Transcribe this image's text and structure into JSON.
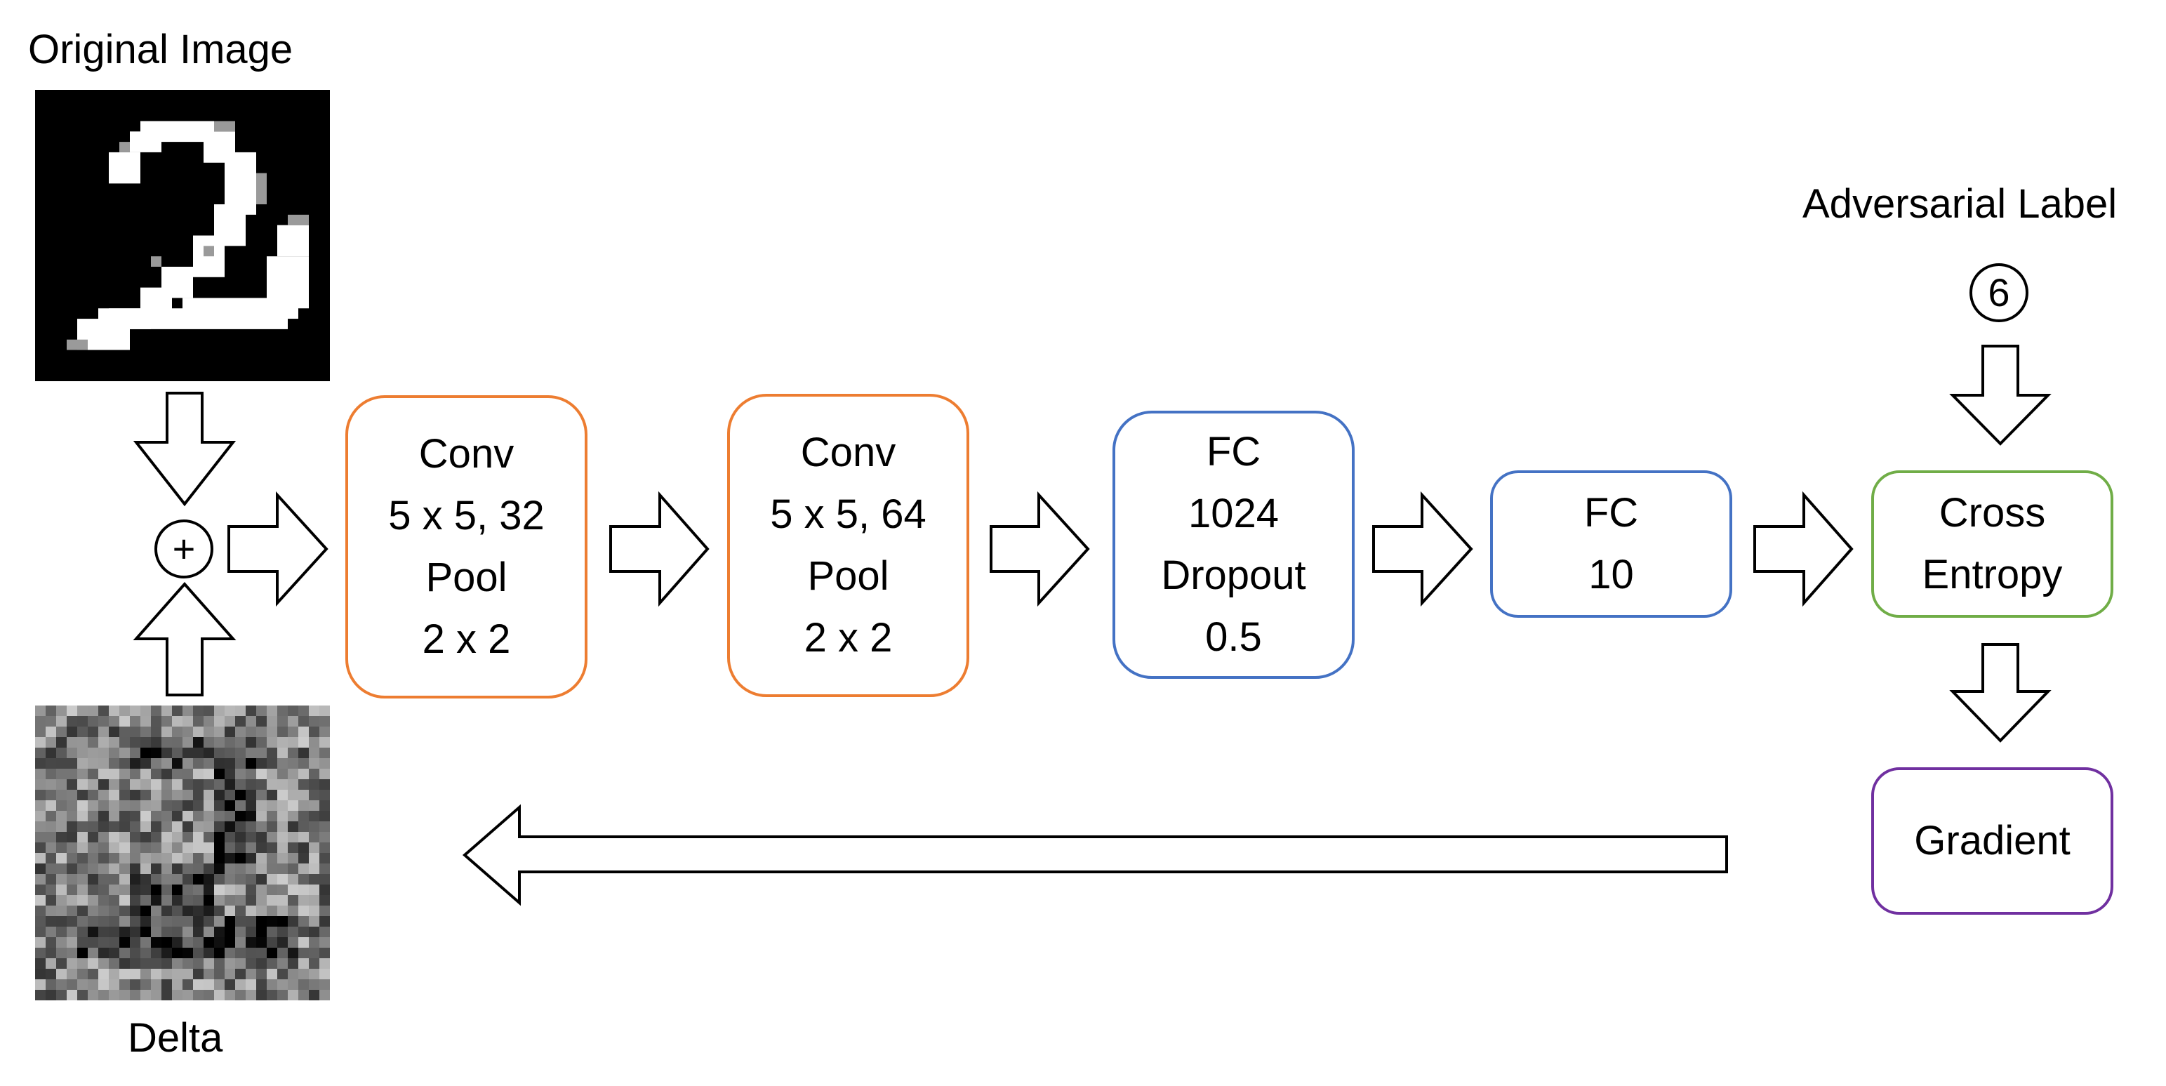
{
  "labels": {
    "original_image": "Original Image",
    "delta": "Delta",
    "adversarial_label": "Adversarial Label"
  },
  "plus_symbol": "+",
  "adversarial_value": "6",
  "boxes": {
    "conv1": {
      "lines": [
        "Conv",
        "5 x 5, 32",
        "Pool",
        "2 x 2"
      ],
      "color": "#ED7D31"
    },
    "conv2": {
      "lines": [
        "Conv",
        "5 x 5, 64",
        "Pool",
        "2 x 2"
      ],
      "color": "#ED7D31"
    },
    "fc1": {
      "lines": [
        "FC",
        "1024",
        "Dropout",
        "0.5"
      ],
      "color": "#4472C4"
    },
    "fc2": {
      "lines": [
        "FC",
        "10"
      ],
      "color": "#4472C4"
    },
    "cross_entropy": {
      "lines": [
        "Cross",
        "Entropy"
      ],
      "color": "#70AD47"
    },
    "gradient": {
      "lines": [
        "Gradient"
      ],
      "color": "#7030A0"
    }
  }
}
